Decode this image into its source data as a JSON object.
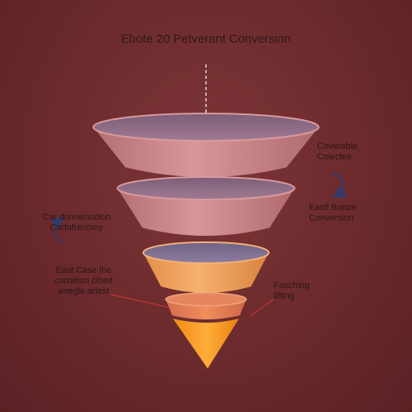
{
  "title": "Ebote 20 Petverant Conversion",
  "labels": {
    "right_top": [
      "Coverable",
      "Colectes"
    ],
    "right_mid": [
      "Eastl Bance",
      "Conversion"
    ],
    "left_mid": [
      "Car donnersation",
      "Carfafrenhiny"
    ],
    "left_bottom": [
      "East Case the",
      "corration cihed",
      "enegle arlest"
    ],
    "right_bottom": [
      "Fasching",
      "lifting"
    ]
  },
  "colors": {
    "background": "#6b2a2d",
    "stage_pink": "#c98486",
    "stage_pink_top": "#8f6a85",
    "stage_orange": "#eea35c",
    "stage_orange_top": "#7d6c8a",
    "stage_tip": "#f59a20",
    "arrow_dark": "#2f3b6b",
    "connector_red": "#c23a2c",
    "dashed_arrow": "#e8d6d6"
  },
  "icons": {
    "top_arrow": "dashed-down-arrow-icon",
    "right_curved_arrow": "curved-arrow-icon",
    "left_curved_arrow": "curved-arrow-icon"
  }
}
